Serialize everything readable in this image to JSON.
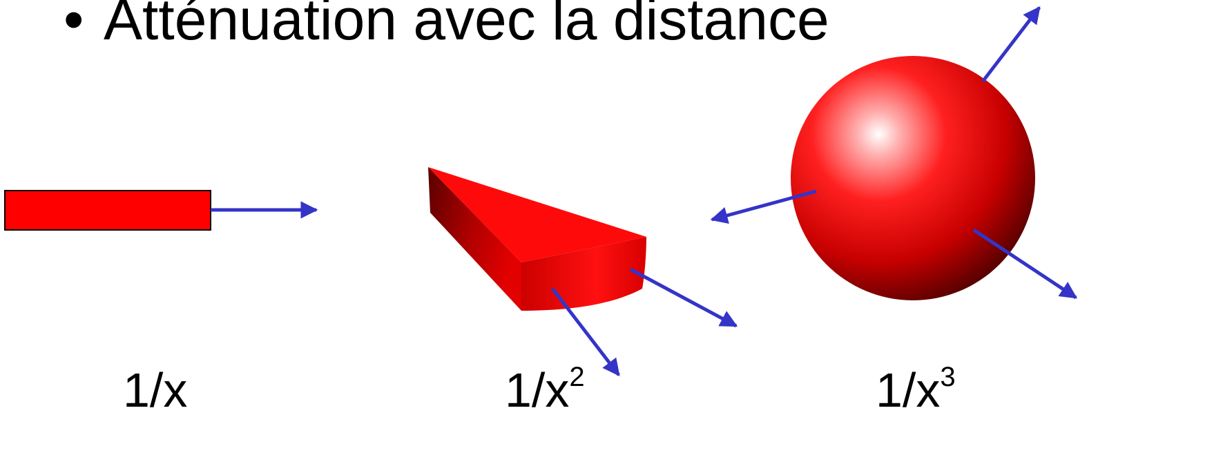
{
  "bullet": {
    "symbol": "•",
    "text": "Atténuation avec la distance"
  },
  "labels": [
    {
      "base": "1/x",
      "exponent": ""
    },
    {
      "base": "1/x",
      "exponent": "2"
    },
    {
      "base": "1/x",
      "exponent": "3"
    }
  ],
  "colors": {
    "shape": "#ff0000",
    "shape_dark": "#6a0000",
    "arrow": "#3434c8"
  }
}
